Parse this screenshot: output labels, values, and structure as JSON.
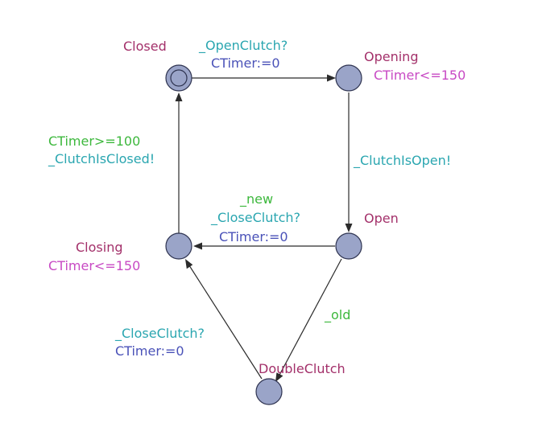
{
  "locations": {
    "closed": {
      "name": "Closed",
      "initial": true
    },
    "opening": {
      "name": "Opening",
      "invariant": "CTimer<=150"
    },
    "open": {
      "name": "Open"
    },
    "closing": {
      "name": "Closing",
      "invariant": "CTimer<=150"
    },
    "doubleclutch": {
      "name": "DoubleClutch"
    }
  },
  "edges": {
    "closed_opening": {
      "sync": "_OpenClutch?",
      "update": "CTimer:=0"
    },
    "opening_open": {
      "sync": "_ClutchIsOpen!"
    },
    "open_closing": {
      "select": "_new",
      "sync": "_CloseClutch?",
      "update": "CTimer:=0"
    },
    "closing_closed": {
      "guard": "CTimer>=100",
      "sync": "_ClutchIsClosed!"
    },
    "open_doubleclutch": {
      "select": "_old"
    },
    "doubleclutch_closing": {
      "sync": "_CloseClutch?",
      "update": "CTimer:=0"
    }
  },
  "colors": {
    "location_fill": "#9aa4c8",
    "location_name": "#a3306a",
    "invariant": "#c84ac4",
    "sync": "#2aa6b0",
    "update": "#4a52b8",
    "guard": "#3db83d"
  }
}
